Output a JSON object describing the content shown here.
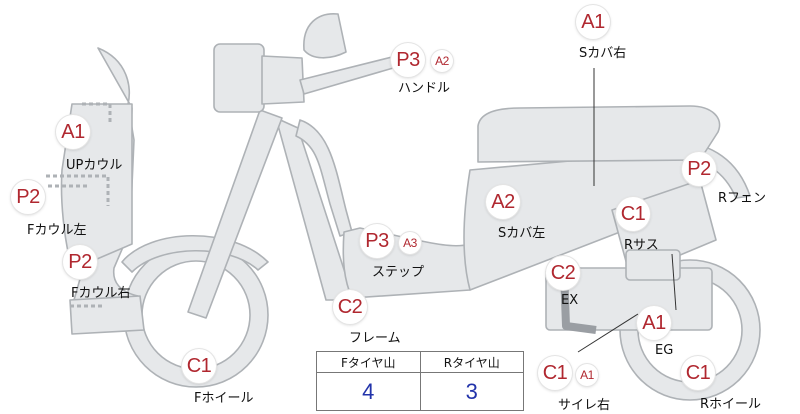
{
  "badges": {
    "s_cover_right": "A1",
    "handle_p": "P3",
    "handle_a": "A2",
    "up_cowl": "A1",
    "f_cowl_left": "P2",
    "f_cowl_right": "P2",
    "r_fender": "P2",
    "s_cover_left": "A2",
    "r_sus": "C1",
    "step_p": "P3",
    "step_a": "A3",
    "exhaust": "C2",
    "frame": "C2",
    "engine": "A1",
    "f_wheel": "C1",
    "muffler_c": "C1",
    "muffler_a": "A1",
    "r_wheel": "C1"
  },
  "labels": {
    "s_cover_right": "Sカバ右",
    "handle": "ハンドル",
    "up_cowl": "UPカウル",
    "f_cowl_left": "Fカウル左",
    "f_cowl_right": "Fカウル右",
    "r_fender": "Rフェン",
    "s_cover_left": "Sカバ左",
    "r_sus": "Rサス",
    "step": "ステップ",
    "exhaust": "EX",
    "frame": "フレーム",
    "engine": "EG",
    "f_wheel": "Fホイール",
    "muffler": "サイレ右",
    "r_wheel": "Rホイール"
  },
  "tire_table": {
    "headers": [
      "Fタイヤ山",
      "Rタイヤ山"
    ],
    "values": [
      "4",
      "3"
    ]
  },
  "colors": {
    "badge_text": "#b0272f",
    "part_fill": "#e6e8ea",
    "part_stroke": "#aeb2b6",
    "table_value": "#2233aa"
  }
}
